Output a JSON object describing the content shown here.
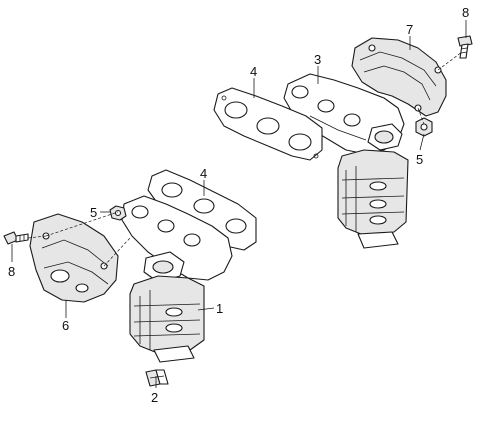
{
  "callouts": {
    "c1": "1",
    "c2": "2",
    "c3": "3",
    "c4_upper": "4",
    "c4_lower": "4",
    "c5_upper": "5",
    "c5_lower": "5",
    "c6": "6",
    "c7": "7",
    "c8_upper": "8",
    "c8_lower": "8"
  },
  "colors": {
    "line": "#1a1a1a",
    "background": "#ffffff",
    "shade": "#e6e6e6"
  }
}
